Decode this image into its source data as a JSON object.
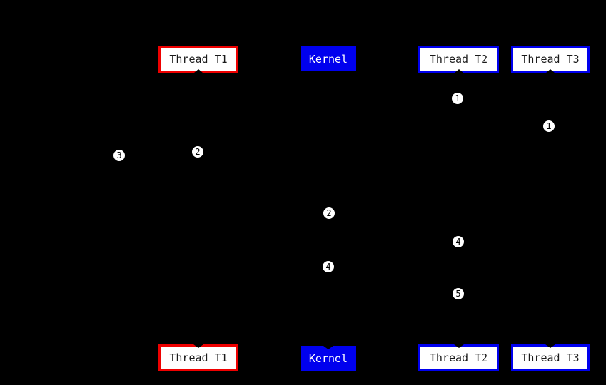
{
  "colors": {
    "canvas_bg": "#000000",
    "red_border": "#ee0000",
    "blue": "#0000ee",
    "box_bg": "#ffffff",
    "label_text": "#1a1a1a",
    "kernel_text": "#ffffff",
    "marker_bg": "#ffffff",
    "marker_text": "#000000"
  },
  "top_row": {
    "thread_t1": "Thread T1",
    "kernel": "Kernel",
    "thread_t2": "Thread T2",
    "thread_t3": "Thread T3"
  },
  "bottom_row": {
    "thread_t1": "Thread T1",
    "kernel": "Kernel",
    "thread_t2": "Thread T2",
    "thread_t3": "Thread T3"
  },
  "markers": {
    "one_t2": "1",
    "one_t3": "1",
    "two_t1": "2",
    "three_t1": "3",
    "two_kernel": "2",
    "four_t2": "4",
    "four_kernel": "4",
    "five_t2": "5"
  }
}
